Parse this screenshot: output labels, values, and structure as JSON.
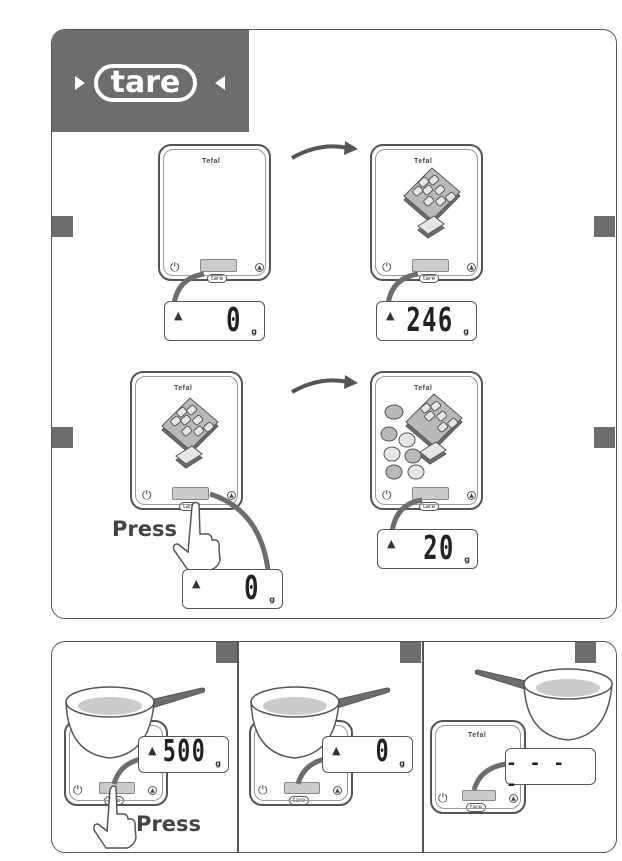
{
  "header": {
    "badge_label": "tare"
  },
  "scales": {
    "brand": "Tefal",
    "tare_label": "tare"
  },
  "readings": {
    "step1": "0",
    "step2": "246",
    "step3": "0",
    "step4": "20",
    "unit": "g",
    "bottom_a": "500",
    "bottom_b": "0",
    "bottom_c": "- - - -"
  },
  "labels": {
    "press": "Press"
  },
  "colors": {
    "badge": "#6e6d6e",
    "display": "#cbcbcb",
    "outline": "#555555"
  },
  "icons": [
    "power-icon",
    "unit-icon",
    "arrow-icon",
    "stable-indicator-icon",
    "hand-pointer-icon",
    "bowl-icon",
    "ingredients-icon"
  ]
}
